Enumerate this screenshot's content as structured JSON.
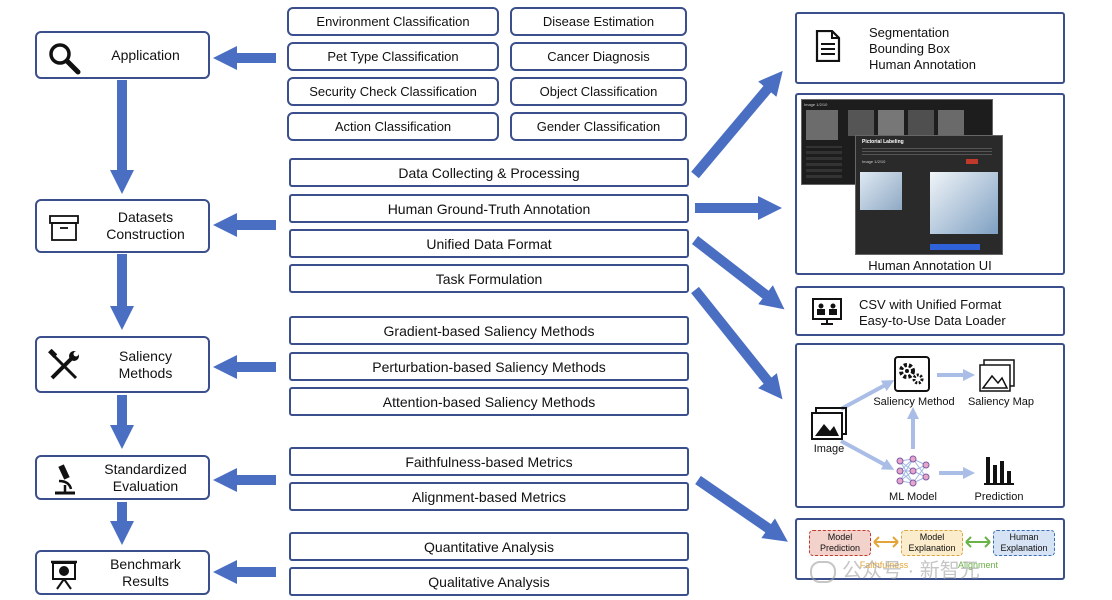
{
  "stages": [
    {
      "label": "Application",
      "icon": "magnifier-icon"
    },
    {
      "label": "Datasets\nConstruction",
      "icon": "archive-box-icon"
    },
    {
      "label": "Saliency\nMethods",
      "icon": "wrench-screwdriver-icon"
    },
    {
      "label": "Standardized\nEvaluation",
      "icon": "microscope-icon"
    },
    {
      "label": "Benchmark\nResults",
      "icon": "presentation-board-icon"
    }
  ],
  "applications": [
    "Environment Classification",
    "Disease Estimation",
    "Pet Type Classification",
    "Cancer Diagnosis",
    "Security Check Classification",
    "Object Classification",
    "Action Classification",
    "Gender Classification"
  ],
  "dataset_steps": [
    "Data Collecting & Processing",
    "Human Ground-Truth Annotation",
    "Unified Data Format",
    "Task Formulation"
  ],
  "saliency_methods": [
    "Gradient-based Saliency Methods",
    "Perturbation-based Saliency Methods",
    "Attention-based Saliency Methods"
  ],
  "metrics": [
    "Faithfulness-based Metrics",
    "Alignment-based Metrics"
  ],
  "analyses": [
    "Quantitative Analysis",
    "Qualitative Analysis"
  ],
  "annotation_types": [
    "Segmentation",
    "Bounding Box",
    "Human Annotation"
  ],
  "annotation_ui": {
    "caption": "Human Annotation UI",
    "dialog_title": "Pictorial Labeling",
    "counter_left": "Image 1/2/10",
    "counter_right": "Image 1/2/10"
  },
  "data_format": [
    "CSV with Unified Format",
    "Easy-to-Use Data Loader"
  ],
  "pipeline": {
    "image": "Image",
    "saliency_method": "Saliency Method",
    "saliency_map": "Saliency Map",
    "ml_model": "ML Model",
    "prediction": "Prediction"
  },
  "evaluation": {
    "model_prediction": "Model\nPrediction",
    "model_explanation": "Model\nExplanation",
    "human_explanation": "Human\nExplanation",
    "faithfulness": "Faithfulness",
    "alignment": "Alignment"
  },
  "watermark": "公众号 · 新智元",
  "colors": {
    "border": "#3b4f8c",
    "arrow": "#4a6fc2",
    "light_arrow": "#a9bde6",
    "prediction_fill": "#f4d2cc",
    "explanation_fill": "#fbeccb",
    "human_fill": "#d5e3f4",
    "faith_text": "#e3a43a",
    "align_text": "#6cb24a"
  }
}
